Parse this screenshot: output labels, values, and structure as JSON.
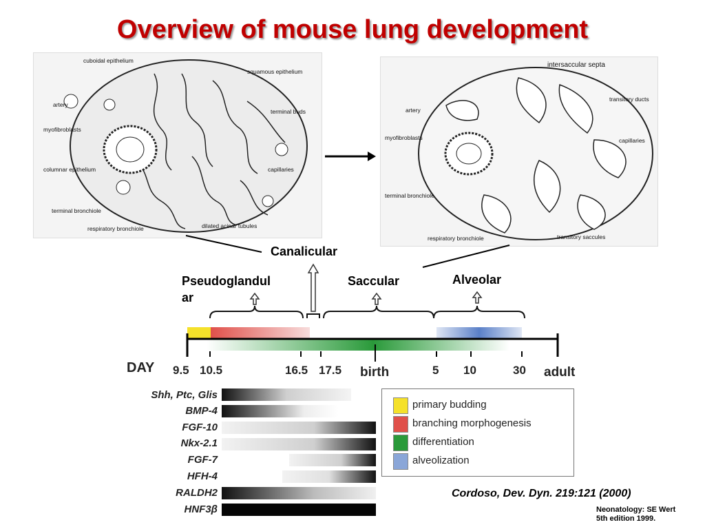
{
  "title": "Overview of mouse lung development",
  "left_diagram": {
    "labels": [
      "cuboidal epithelium",
      "squamous epithelium",
      "artery",
      "terminal buds",
      "myofibroblasts",
      "columnar epithelium",
      "capillaries",
      "terminal bronchiole",
      "respiratory bronchiole",
      "dilated acinar tubules"
    ]
  },
  "right_diagram": {
    "labels": [
      "intersaccular septa",
      "transitory ducts",
      "artery",
      "myofibroblasts",
      "capillaries",
      "terminal bronchiole",
      "respiratory bronchiole",
      "transitory saccules"
    ]
  },
  "stages": {
    "canalicular": "Canalicular",
    "pseudoglandular_line1": "Pseudoglandul",
    "pseudoglandular_line2": "ar",
    "saccular": "Saccular",
    "alveolar": "Alveolar"
  },
  "timeline": {
    "day_label": "DAY",
    "ticks": [
      "9.5",
      "10.5",
      "16.5",
      "17.5",
      "birth",
      "5",
      "10",
      "30",
      "adult"
    ]
  },
  "genes": [
    "Shh, Ptc, Glis",
    "BMP-4",
    "FGF-10",
    "Nkx-2.1",
    "FGF-7",
    "HFH-4",
    "RALDH2",
    "HNF3β"
  ],
  "legend": [
    {
      "label": "primary budding",
      "color": "#f5e12a"
    },
    {
      "label": "branching morphogenesis",
      "color": "#e0504a"
    },
    {
      "label": "differentiation",
      "color": "#2a9a3a"
    },
    {
      "label": "alveolization",
      "color": "#8aa6d8"
    }
  ],
  "citation": "Cordoso, Dev. Dyn. 219:121 (2000)",
  "source_line1": "Neonatology: SE Wert",
  "source_line2": "5th edition 1999.",
  "colors": {
    "title": "#c00000",
    "primary_budding": "#f5e12a",
    "branching": "#e0504a",
    "differentiation": "#2a9a3a",
    "alveolization": "#8aa6d8"
  }
}
